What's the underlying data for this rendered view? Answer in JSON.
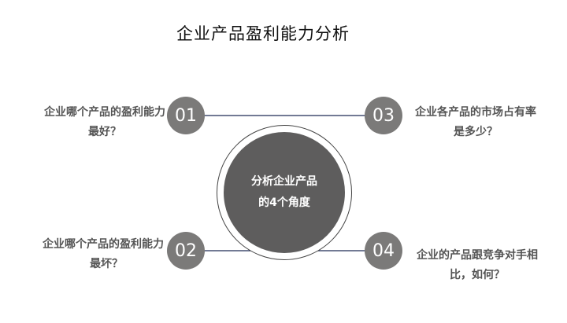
{
  "title": "企业产品盈利能力分析",
  "center": {
    "line1": "分析企业产品",
    "line2": "的4个角度"
  },
  "items": [
    {
      "number": "01",
      "line1": "企业哪个产品的盈利能力",
      "line2": "最好？"
    },
    {
      "number": "02",
      "line1": "企业哪个产品的盈利能力",
      "line2": "最坏？"
    },
    {
      "number": "03",
      "line1": "企业各产品的市场占有率",
      "line2": "是多少？"
    },
    {
      "number": "04",
      "line1": "企业的产品跟竞争对手相",
      "line2": "比，如何？"
    }
  ],
  "colors": {
    "center_fill": "#5e5d5d",
    "number_fill": "#7b7a79",
    "connector": "#1f2a55",
    "question_text": "#555555"
  }
}
